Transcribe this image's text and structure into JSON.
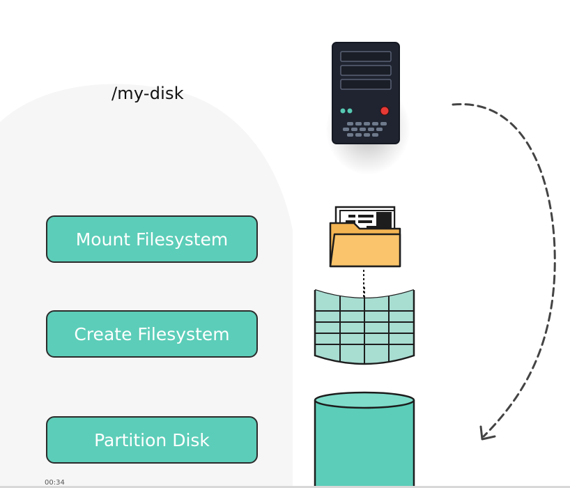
{
  "diagram": {
    "path_label": "/my-disk",
    "steps": [
      {
        "label": "Mount Filesystem"
      },
      {
        "label": "Create Filesystem"
      },
      {
        "label": "Partition Disk"
      }
    ]
  },
  "player": {
    "timestamp": "00:34"
  },
  "colors": {
    "teal": "#5ccdb8",
    "teal_light": "#a8ddd2",
    "outline": "#2b2b2b",
    "server_body": "#1f2430",
    "folder": "#f9c46b",
    "led_red": "#e53935",
    "led_teal": "#57c9b3"
  },
  "icons": [
    "server-icon",
    "folder-icon",
    "filesystem-table-icon",
    "disk-cylinder-icon",
    "dashed-curved-arrow-icon"
  ]
}
